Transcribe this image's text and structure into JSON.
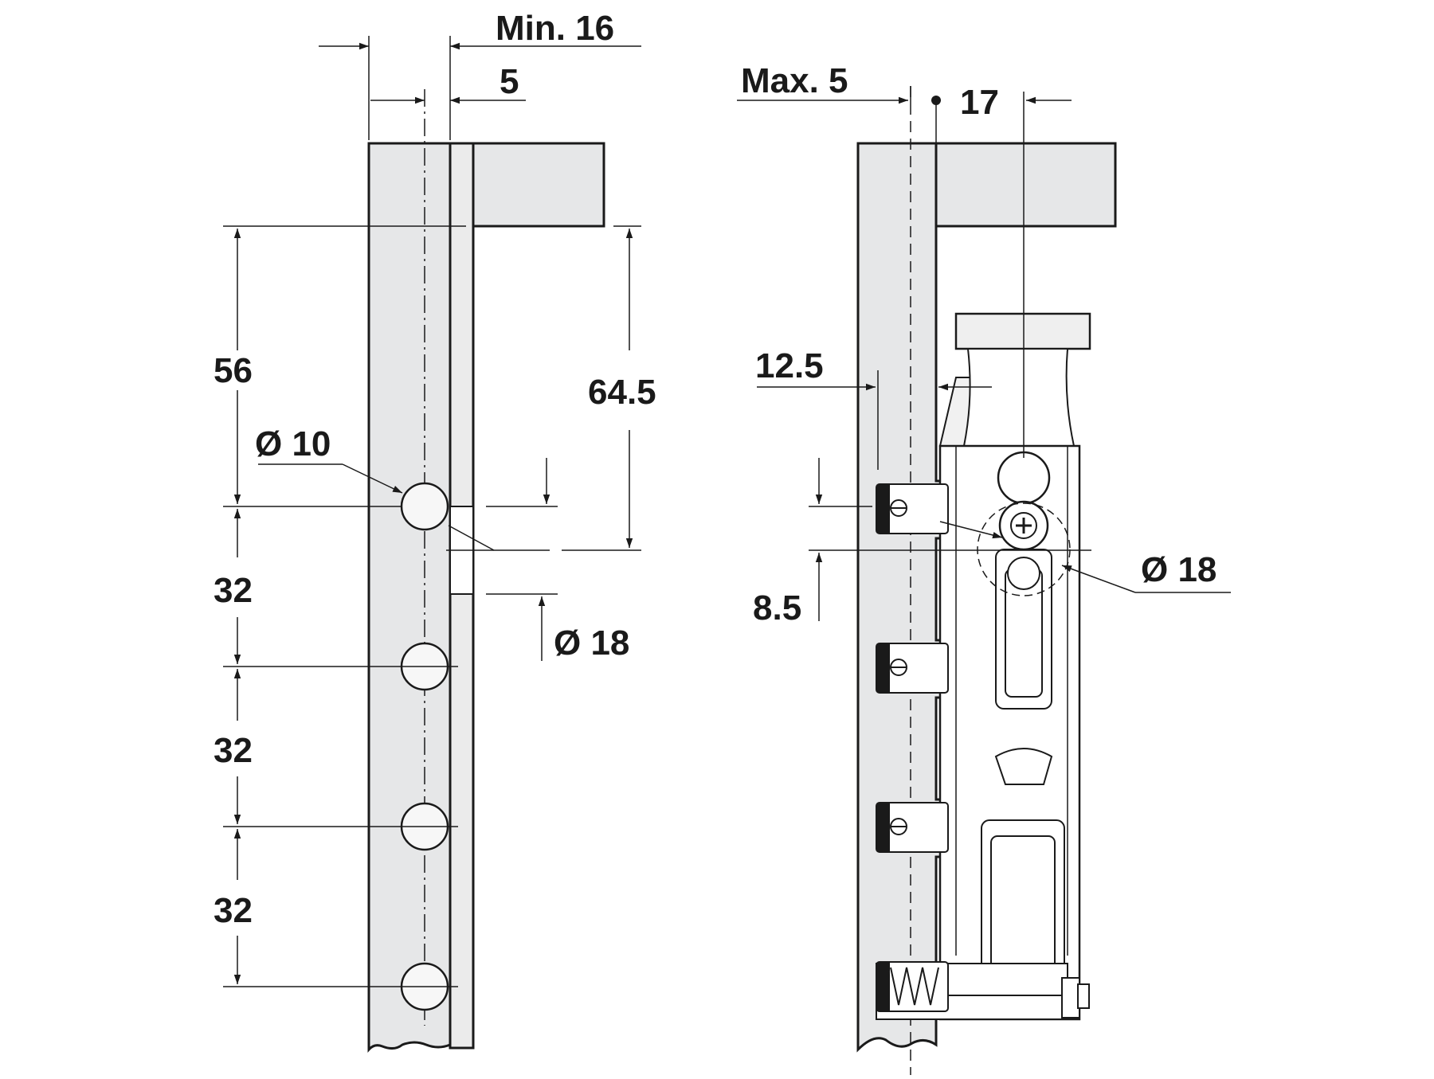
{
  "colors": {
    "ink": "#1a1a1a",
    "panel_fill": "#e6e7e8",
    "hole_fill": "#f7f7f7",
    "background": "#ffffff"
  },
  "left_view": {
    "dims": {
      "min_thickness": "Min. 16",
      "offset": "5",
      "first_hole": "56",
      "spacing_1": "32",
      "spacing_2": "32",
      "spacing_3": "32",
      "hole_diameter": "Ø 10",
      "cup_height": "64.5",
      "cup_diameter": "Ø 18"
    }
  },
  "right_view": {
    "dims": {
      "max_offset": "Max. 5",
      "depth": "17",
      "setback": "12.5",
      "cup_offset": "8.5",
      "cup_diameter": "Ø 18"
    }
  }
}
